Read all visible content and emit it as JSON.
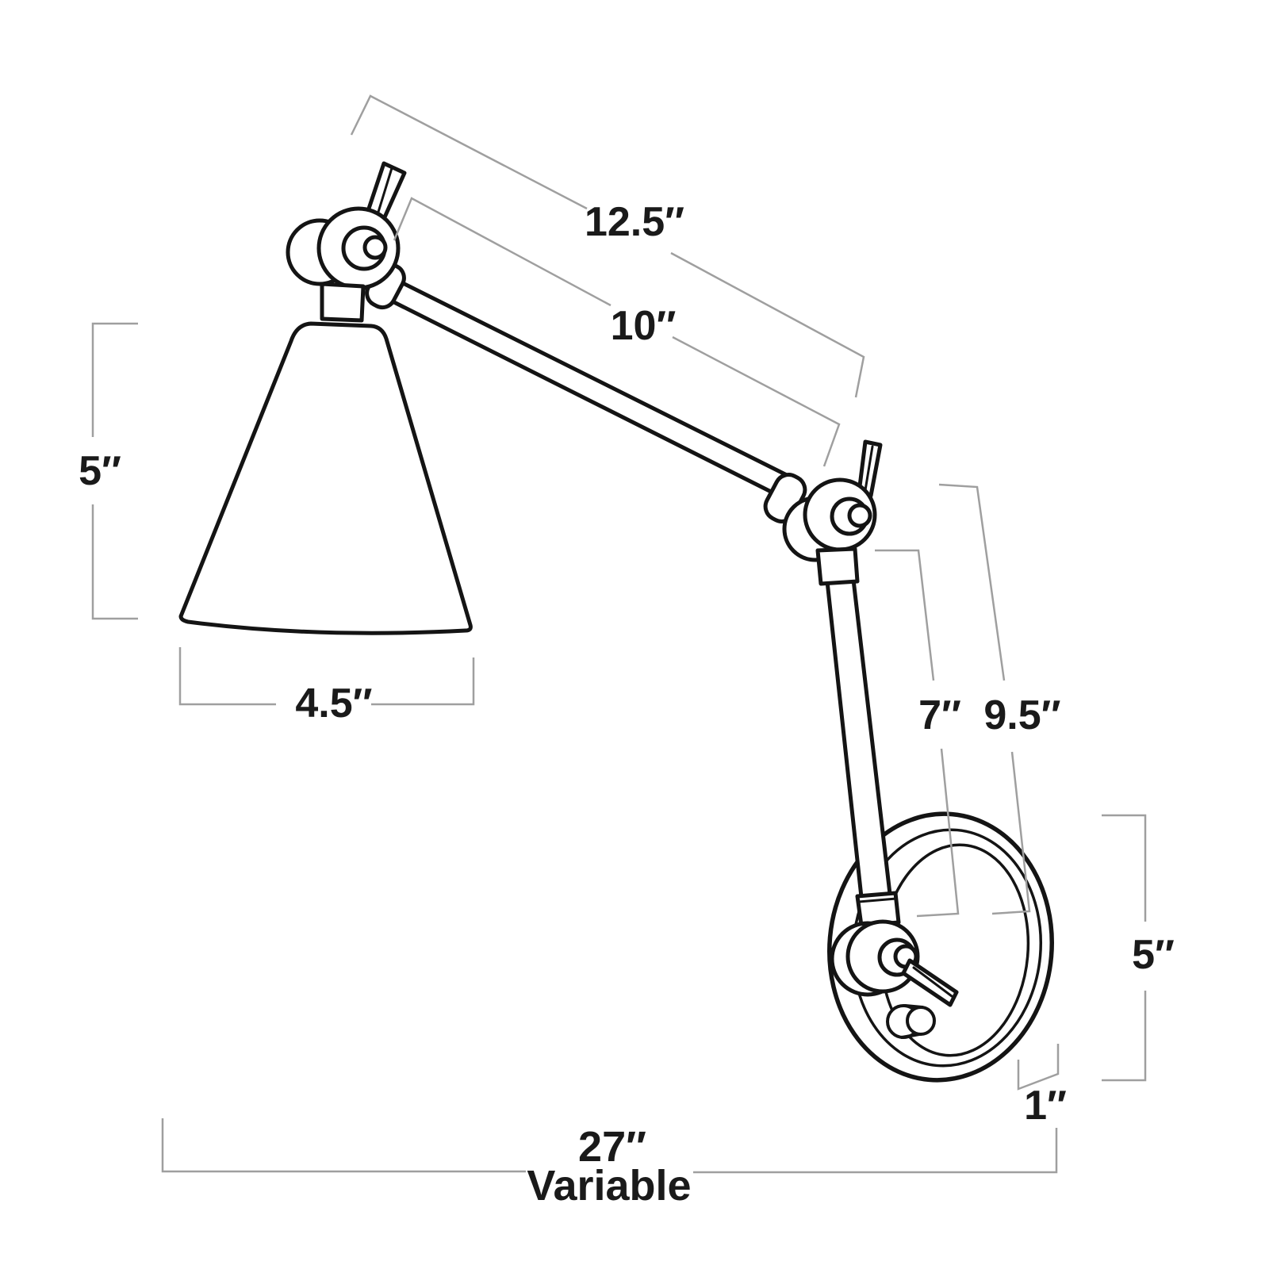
{
  "figure": {
    "subject": "Adjustable swing-arm wall sconce — dimensional line drawing",
    "background_color": "#ffffff",
    "outline_color": "#141414",
    "dimension_line_color": "#9f9f9f",
    "label_color": "#1a1a1a"
  },
  "dimension_labels": {
    "upper_arm_overall": "12.5″",
    "upper_arm_rod": "10″",
    "shade_height": "5″",
    "shade_opening": "4.5″",
    "lower_arm_rod": "7″",
    "lower_arm_overall": "9.5″",
    "backplate_diameter": "5″",
    "backplate_depth": "1″",
    "max_extension": "27″",
    "max_extension_note": "Variable"
  }
}
